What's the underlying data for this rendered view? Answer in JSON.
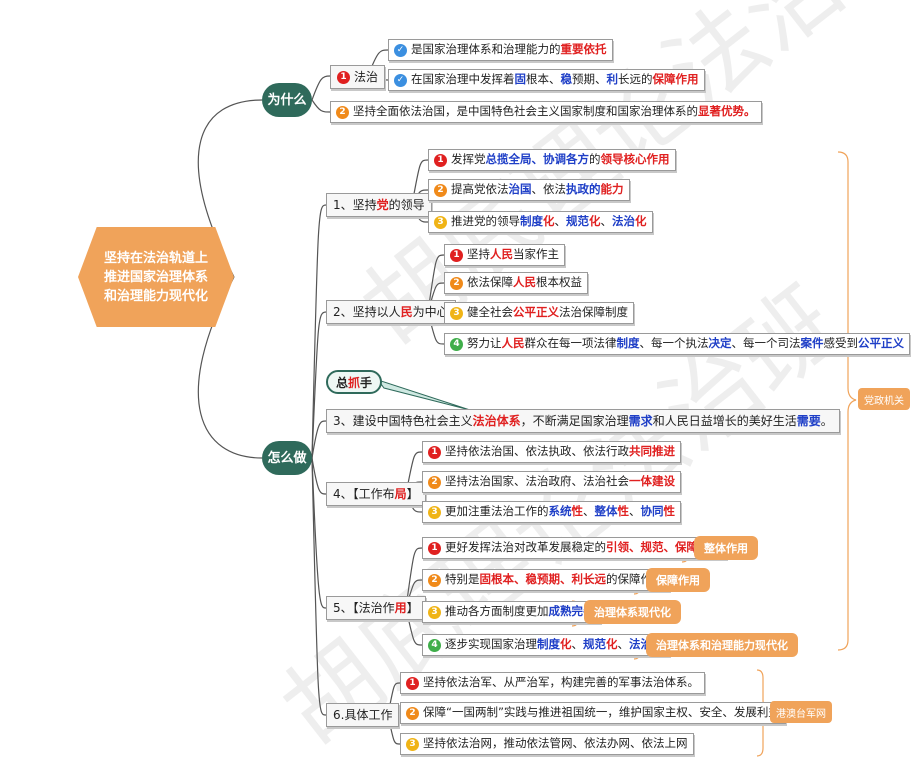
{
  "root": "坚持在法治轨道上推进国家治理体系和治理能力现代化",
  "watermark": "胡底理论法治班",
  "why": {
    "label": "为什么",
    "fazhi": {
      "label": "法治",
      "points": [
        {
          "segments": [
            [
              "是国家治理体系和治理能力的",
              ""
            ],
            [
              "重要依托",
              "r"
            ]
          ]
        },
        {
          "segments": [
            [
              "在国家治理中发挥着",
              ""
            ],
            [
              "固",
              "b"
            ],
            [
              "根本、",
              ""
            ],
            [
              "稳",
              "b"
            ],
            [
              "预期、",
              ""
            ],
            [
              "利",
              "b"
            ],
            [
              "长远的",
              ""
            ],
            [
              "保障作用",
              "r"
            ]
          ]
        }
      ]
    },
    "point2": [
      [
        "坚持全面依法治国，是中国特色社会主义国家制度和国家治理体系的",
        ""
      ],
      [
        "显著优势。",
        "r"
      ]
    ]
  },
  "how": {
    "label": "怎么做",
    "right_tag": "党政机关",
    "zongzhuashou": [
      [
        "总",
        ""
      ],
      [
        "抓",
        "r"
      ],
      [
        "手",
        ""
      ]
    ],
    "branches": [
      {
        "label": [
          [
            "1、坚持",
            ""
          ],
          [
            "党",
            "r"
          ],
          [
            "的领导",
            ""
          ]
        ],
        "items": [
          [
            [
              "发挥党",
              ""
            ],
            [
              "总揽全局、协调各方",
              "b"
            ],
            [
              "的",
              ""
            ],
            [
              "领导核心作用",
              "r"
            ]
          ],
          [
            [
              "提高党依法",
              ""
            ],
            [
              "治国",
              "b"
            ],
            [
              "、依法",
              ""
            ],
            [
              "执政的",
              "b"
            ],
            [
              "能力",
              "r"
            ]
          ],
          [
            [
              "推进党的领导",
              ""
            ],
            [
              "制度",
              "b"
            ],
            [
              "化",
              "r"
            ],
            [
              "、",
              ""
            ],
            [
              "规范",
              "b"
            ],
            [
              "化",
              "r"
            ],
            [
              "、",
              ""
            ],
            [
              "法治",
              "b"
            ],
            [
              "化",
              "r"
            ]
          ]
        ]
      },
      {
        "label": [
          [
            "2、坚持以人",
            ""
          ],
          [
            "民",
            "r"
          ],
          [
            "为中心",
            ""
          ]
        ],
        "items": [
          [
            [
              "坚持",
              ""
            ],
            [
              "人民",
              "r"
            ],
            [
              "当家作主",
              ""
            ]
          ],
          [
            [
              "依法保障",
              ""
            ],
            [
              "人民",
              "r"
            ],
            [
              "根本权益",
              ""
            ]
          ],
          [
            [
              "健全社会",
              ""
            ],
            [
              "公平正义",
              "r"
            ],
            [
              "法治保障制度",
              ""
            ]
          ],
          [
            [
              "努力让",
              ""
            ],
            [
              "人民",
              "r"
            ],
            [
              "群众在每一项法律",
              ""
            ],
            [
              "制度",
              "b"
            ],
            [
              "、每一个执法",
              ""
            ],
            [
              "决定",
              "b"
            ],
            [
              "、每一个司法",
              ""
            ],
            [
              "案件",
              "b"
            ],
            [
              "感受到",
              ""
            ],
            [
              "公平正义",
              "b"
            ]
          ]
        ]
      },
      {
        "label": [
          [
            "3、建设中国特色社会主义",
            ""
          ],
          [
            "法治体系",
            "r"
          ],
          [
            "，不断满足国家治理",
            ""
          ],
          [
            "需求",
            "b"
          ],
          [
            "和人民日益增长的美好生活",
            ""
          ],
          [
            "需要",
            "b"
          ],
          [
            "。",
            ""
          ]
        ],
        "items": []
      },
      {
        "label": [
          [
            "4、【工作布",
            ""
          ],
          [
            "局",
            "r"
          ],
          [
            "】",
            ""
          ]
        ],
        "items": [
          [
            [
              "坚持依法治国、依法执政、依法行政",
              ""
            ],
            [
              "共同推进",
              "r"
            ]
          ],
          [
            [
              "坚持法治国家、法治政府、法治社会",
              ""
            ],
            [
              "一体建设",
              "r"
            ]
          ],
          [
            [
              "更加注重法治工作的",
              ""
            ],
            [
              "系统",
              "b"
            ],
            [
              "性",
              "r"
            ],
            [
              "、",
              ""
            ],
            [
              "整体",
              "b"
            ],
            [
              "性",
              "r"
            ],
            [
              "、",
              ""
            ],
            [
              "协同",
              "b"
            ],
            [
              "性",
              "r"
            ]
          ]
        ]
      },
      {
        "label": [
          [
            "5、【法治作",
            ""
          ],
          [
            "用",
            "r"
          ],
          [
            "】",
            ""
          ]
        ],
        "items": [
          [
            [
              "更好发挥法治对改革发展稳定的",
              ""
            ],
            [
              "引领、规范、保障",
              "r"
            ],
            [
              "作用",
              ""
            ]
          ],
          [
            [
              "特别是",
              ""
            ],
            [
              "固根本、稳预期、利长远",
              "r"
            ],
            [
              "的保障作用",
              ""
            ]
          ],
          [
            [
              "推动各方面制度更加",
              ""
            ],
            [
              "成熟完善",
              "b"
            ]
          ],
          [
            [
              "逐步实现国家治理",
              ""
            ],
            [
              "制度",
              "b"
            ],
            [
              "化",
              "r"
            ],
            [
              "、",
              ""
            ],
            [
              "规范",
              "b"
            ],
            [
              "化",
              "r"
            ],
            [
              "、",
              ""
            ],
            [
              "法治",
              "b"
            ],
            [
              "化",
              "r"
            ]
          ]
        ],
        "tags": [
          "整体作用",
          "保障作用",
          "治理体系现代化",
          "治理体系和治理能力现代化"
        ]
      },
      {
        "label": [
          [
            "6.具体工作",
            ""
          ]
        ],
        "items": [
          [
            [
              "坚持依法治军、从严治军，构建完善的军事法治体系。",
              ""
            ]
          ],
          [
            [
              "保障“一国两制”实践与推进祖国统一，维护国家主权、安全、发展利益",
              ""
            ]
          ],
          [
            [
              "坚持依法治网，推动依法管网、依法办网、依法上网",
              ""
            ]
          ]
        ],
        "tag": "港澳台军网"
      }
    ]
  }
}
